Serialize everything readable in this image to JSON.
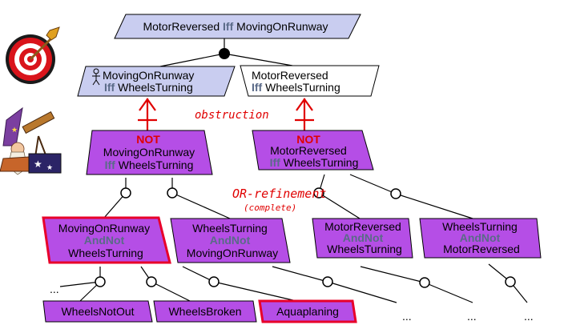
{
  "colors": {
    "softgoal_fill": "#c9cdf0",
    "obstacle_fill": "#b54ee6",
    "highlight_border": "#e8002a",
    "annotation_red": "#e00000",
    "keyword_gray": "#5a6a88"
  },
  "icons": {
    "goal": "target-icon",
    "obstacle_analysis": "wizard-icon",
    "agent": "agent-stick-figure-icon"
  },
  "goals": {
    "root": "MotorReversed Iff MovingOnRunway",
    "left_line1": "MovingOnRunway",
    "left_kw": "Iff",
    "left_rest": "WheelsTurning",
    "right_line1": "MotorReversed",
    "right_kw": "Iff",
    "right_rest": "WheelsTurning"
  },
  "annotations": {
    "obstruction": "obstruction",
    "or_refinement": "OR-refinement",
    "complete": "(complete)"
  },
  "obstacles": {
    "left": {
      "not": "NOT",
      "line2": "MovingOnRunway",
      "kw": "Iff",
      "line3": "WheelsTurning"
    },
    "right": {
      "not": "NOT",
      "line2": "MotorReversed",
      "kw": "Iff",
      "line3": "WheelsTurning"
    }
  },
  "subobstacles": [
    {
      "line1": "MovingOnRunway",
      "kw": "AndNot",
      "line3": "WheelsTurning"
    },
    {
      "line1": "WheelsTurning",
      "kw": "AndNot",
      "line3": "MovingOnRunway"
    },
    {
      "line1": "MotorReversed",
      "kw": "AndNot",
      "line3": "WheelsTurning"
    },
    {
      "line1": "WheelsTurning",
      "kw": "AndNot",
      "line3": "MotorReversed"
    }
  ],
  "leaves": [
    "WheelsNotOut",
    "WheelsBroken",
    "Aquaplaning"
  ],
  "ellipsis": "..."
}
